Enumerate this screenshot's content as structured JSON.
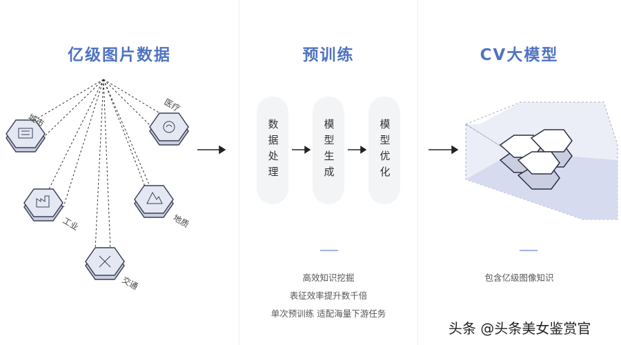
{
  "left": {
    "title": "亿级图片数据",
    "nodes": [
      {
        "label": "城市"
      },
      {
        "label": "医疗"
      },
      {
        "label": "工业"
      },
      {
        "label": "地质"
      },
      {
        "label": "交通"
      }
    ]
  },
  "middle": {
    "title": "预训练",
    "stages": [
      "数据处理",
      "模型生成",
      "模型优化"
    ],
    "descriptions": [
      "高效知识挖掘",
      "表征效率提升数千倍",
      "单次预训练 适配海量下游任务"
    ]
  },
  "right": {
    "title": "CV大模型",
    "description": "包含亿级图像知识"
  },
  "watermark": "头条 @头条美女鉴赏官",
  "colors": {
    "accent": "#4f73c2",
    "stage_bg": "#f3f4f6",
    "hex_fill": "#e4e8f3",
    "hex_stroke": "#3a3f55"
  }
}
